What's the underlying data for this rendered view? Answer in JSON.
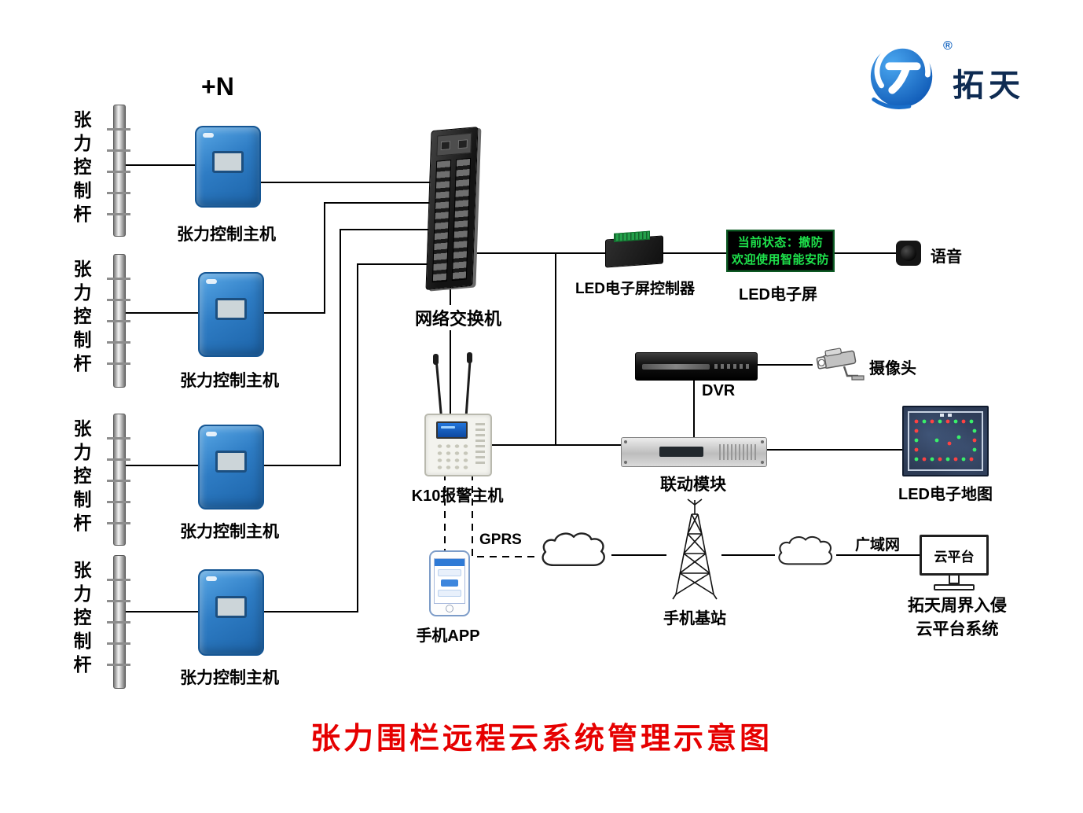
{
  "brand": {
    "name": "拓天",
    "registered": "®"
  },
  "notation": {
    "plus_n": "+N"
  },
  "labels": {
    "pole": "张力控制杆",
    "host": "张力控制主机",
    "switch": "网络交换机",
    "led_controller": "LED电子屏控制器",
    "led_screen": "LED电子屏",
    "voice": "语音",
    "k10": "K10报警主机",
    "dvr": "DVR",
    "camera": "摄像头",
    "linkage": "联动模块",
    "led_map": "LED电子地图",
    "gprs": "GPRS",
    "phone_app": "手机APP",
    "tower": "手机基站",
    "wan": "广域网",
    "cloud_screen": "云平台",
    "cloud_line1": "拓天周界入侵",
    "cloud_line2": "云平台系统"
  },
  "led_screen_text": {
    "line1": "当前状态：撤防",
    "line2": "欢迎使用智能安防"
  },
  "title": "张力围栏远程云系统管理示意图",
  "colors": {
    "title_red": "#e60000",
    "led_green": "#1ee14b",
    "brand_blue": "#1565c0",
    "host_blue": "#2e7cc4"
  }
}
